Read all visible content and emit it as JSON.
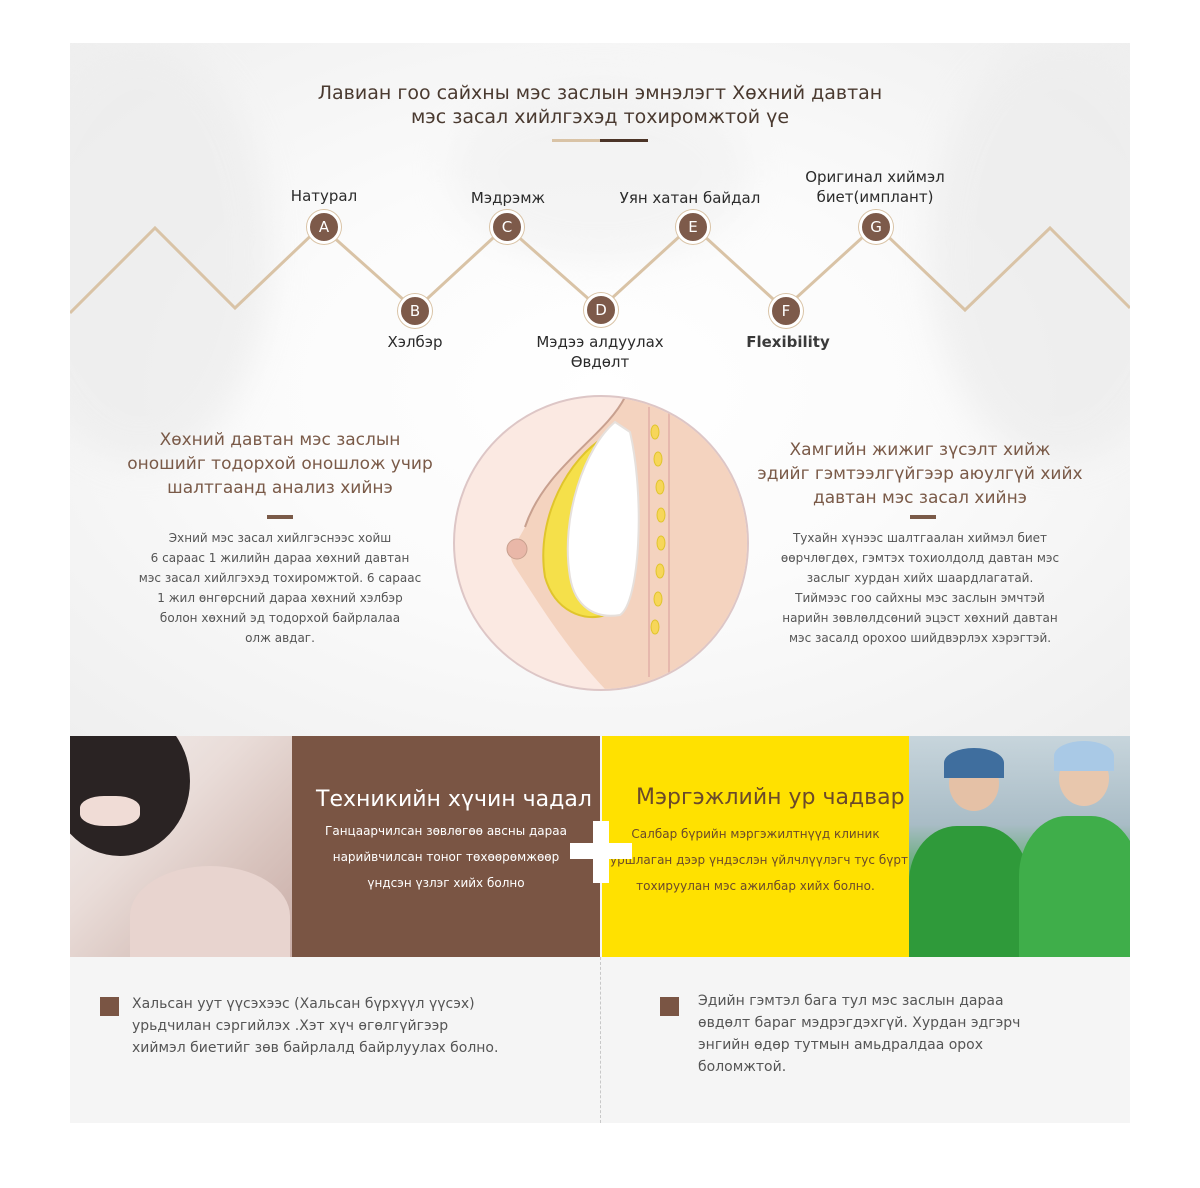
{
  "title": {
    "line1": "Лавиан гоо сайхны мэс заслын эмнэлэгт Хөхний давтан",
    "line2": "мэс засал хийлгэхэд тохиромжтой үе"
  },
  "features": {
    "A": {
      "letter": "A",
      "line1": "Натурал",
      "line2": ""
    },
    "B": {
      "letter": "B",
      "line1": "Хэлбэр",
      "line2": ""
    },
    "C": {
      "letter": "C",
      "line1": "Мэдрэмж",
      "line2": ""
    },
    "D": {
      "letter": "D",
      "line1": "Мэдээ алдуулах",
      "line2": "Өвдөлт"
    },
    "E": {
      "letter": "E",
      "line1": "Уян хатан байдал",
      "line2": ""
    },
    "F": {
      "letter": "F",
      "line1": "Flexibility",
      "line2": ""
    },
    "G": {
      "letter": "G",
      "line1": "Оригинал хиймэл",
      "line2": "биет(имплант)"
    }
  },
  "left_block": {
    "heading": [
      "Хөхний давтан мэс заслын",
      "оношийг тодорхой оношлож учир",
      "шалтгаанд анализ хийнэ"
    ],
    "body": [
      "Эхний мэс засал хийлгэснээс хойш",
      "6 сараас 1 жилийн дараа хөхний давтан",
      "мэс засал хийлгэхэд тохиромжтой. 6 сараас",
      "1 жил өнгөрсний дараа хөхний хэлбэр",
      "болон хөхний эд тодорхой байрлалаа",
      "олж авдаг."
    ]
  },
  "right_block": {
    "heading": [
      "Хамгийн жижиг зүсэлт хийж",
      "эдийг гэмтээлгүйгээр аюулгүй хийх",
      "давтан мэс засал хийнэ"
    ],
    "body": [
      "Тухайн хүнээс шалтгаалан хиймэл биет",
      "өөрчлөгдөх, гэмтэх тохиолдолд давтан мэс",
      "заслыг хурдан хийх шаардлагатай.",
      "Тиймээс гоо сайхны мэс заслын эмчтэй",
      "нарийн зөвлөлдсөний эцэст хөхний давтан",
      "мэс засалд орохоо шийдвэрлэх хэрэгтэй."
    ]
  },
  "technique": {
    "title": "Техникийн хүчин чадал",
    "body": [
      "Ганцаарчилсан зөвлөгөө авсны дараа",
      "нарийвчилсан тоног төхөөрөмжөөр",
      "үндсэн үзлэг хийх болно"
    ]
  },
  "expert": {
    "title": "Мэргэжлийн ур чадвар",
    "body": [
      "Салбар бүрийн мэргэжилтнүүд клиник",
      "туршлаган дээр үндэслэн үйлчлүүлэгч тус бүрт",
      "тохируулан мэс ажилбар хийх болно."
    ]
  },
  "bottom_left": [
    "Хальсан уут үүсэхээс (Хальсан бүрхүүл үүсэх)",
    "урьдчилан сэргийлэх .Хэт хүч өгөлгүйгээр",
    "хиймэл биетийг зөв байрлалд байрлуулах болно."
  ],
  "bottom_right": [
    "Эдийн гэмтэл бага тул мэс заслын дараа",
    "өвдөлт бараг мэдрэгдэхгүй. Хурдан эдгэрч",
    "энгийн өдөр тутмын амьдралдаа орох",
    "боломжтой."
  ],
  "colors": {
    "brown": "#7a5544",
    "yellow": "#ffe100",
    "accent_line": "#d9c3a6"
  }
}
